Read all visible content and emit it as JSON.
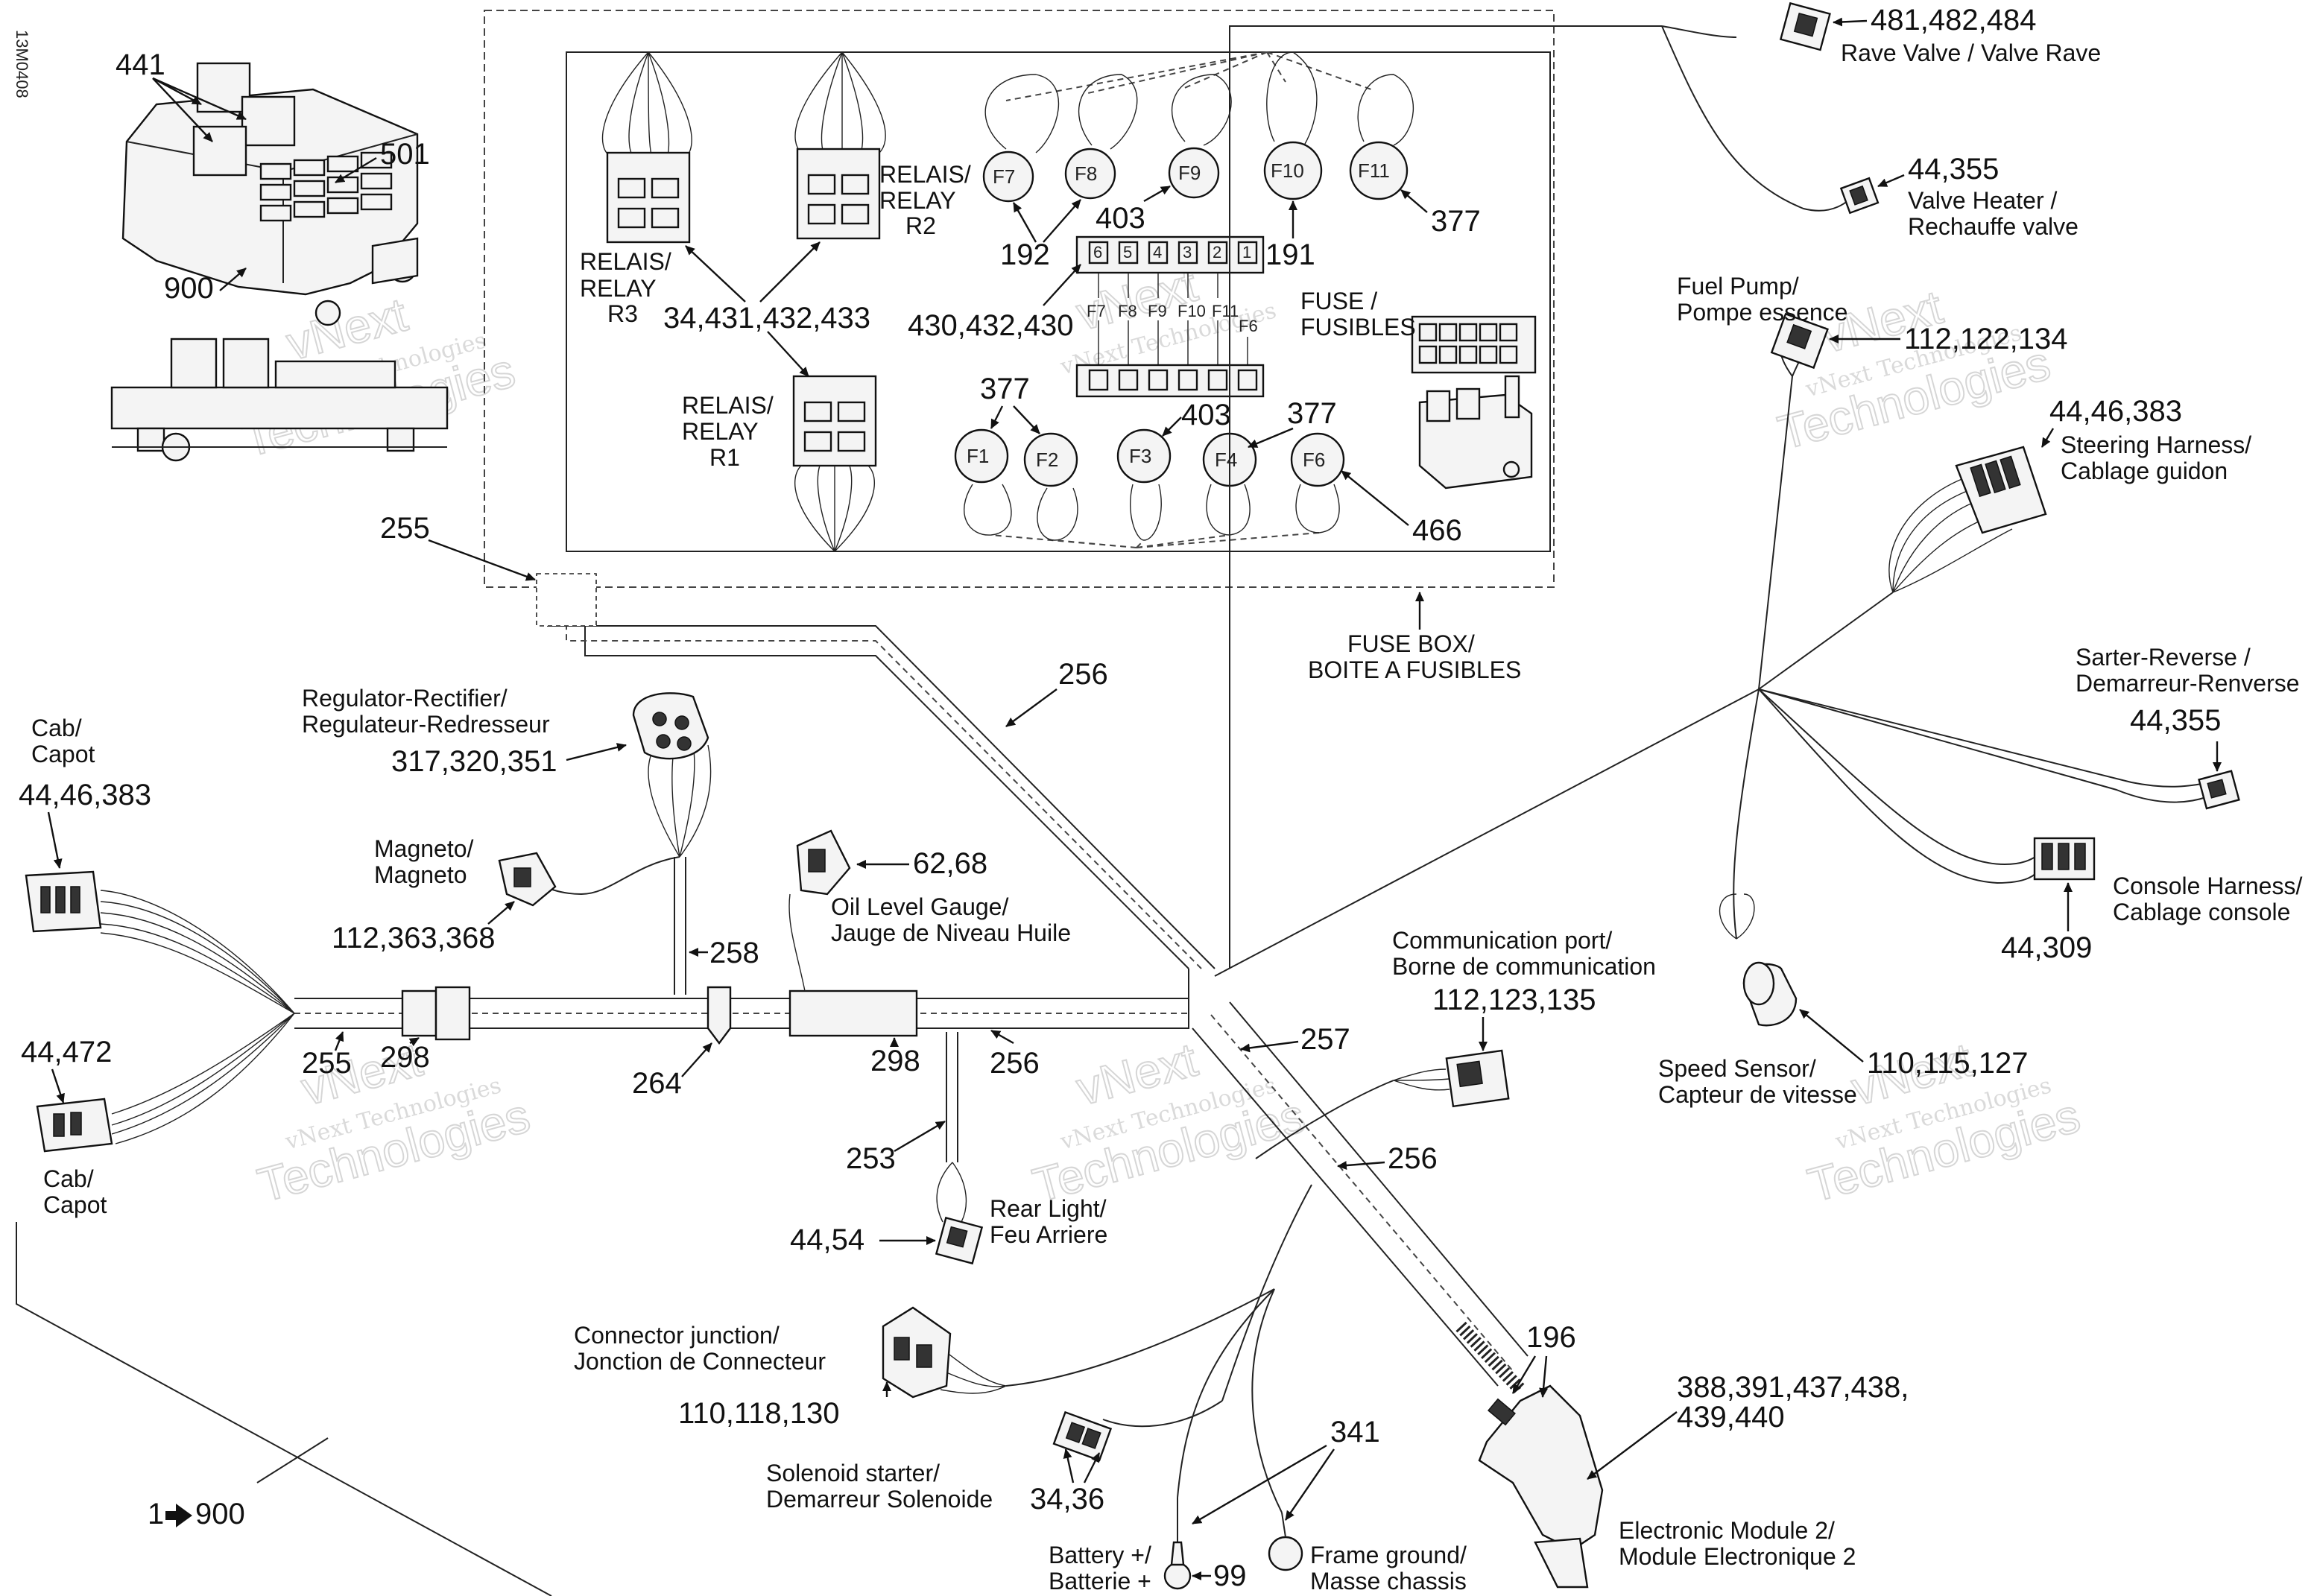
{
  "doc_code": "13M0408",
  "watermark": {
    "line1": "vNext",
    "line2": "Technologies",
    "company": "vNext Technologies"
  },
  "fusebox": {
    "relays": [
      {
        "line1": "RELAIS/",
        "line2": "RELAY",
        "id": "R3"
      },
      {
        "line1": "RELAIS/",
        "line2": "RELAY",
        "id": "R2"
      },
      {
        "line1": "RELAIS/",
        "line2": "RELAY",
        "id": "R1"
      }
    ],
    "fuses": [
      "F1",
      "F2",
      "F3",
      "F4",
      "F6",
      "F7",
      "F8",
      "F9",
      "F10",
      "F11"
    ],
    "fuse_label": {
      "line1": "FUSE /",
      "line2": "FUSIBLES"
    },
    "box_label": {
      "line1": "FUSE BOX/",
      "line2": "BOITE A FUSIBLES"
    },
    "slot_numbers": [
      "6",
      "5",
      "4",
      "3",
      "2",
      "1"
    ],
    "slot_fuses": [
      "F7",
      "F8",
      "F9",
      "F10",
      "F11"
    ],
    "slot_f6": "F6"
  },
  "callouts": {
    "c441": "441",
    "c501": "501",
    "c900": "900",
    "c255a": "255",
    "c255b": "255",
    "c256a": "256",
    "c256b": "256",
    "c256c": "256",
    "c257": "257",
    "c258": "258",
    "c253": "253",
    "c264": "264",
    "c298a": "298",
    "c298b": "298",
    "c192": "192",
    "c403a": "403",
    "c403b": "403",
    "c191": "191",
    "c377a": "377",
    "c377b": "377",
    "c377c": "377",
    "c466": "466",
    "c196": "196",
    "c341": "341",
    "c99": "99",
    "relay_parts": "34,431,432,433",
    "fuse_parts": "430,432,430",
    "rave_parts": "481,482,484",
    "heater_parts": "44,355",
    "fuelpump_parts": "112,122,134",
    "steering_parts": "44,46,383",
    "starter_parts": "44,355",
    "console_parts": "44,309",
    "speed_parts": "110,115,127",
    "comm_parts": "112,123,135",
    "module_parts_1": "388,391,437,438,",
    "module_parts_2": "439,440",
    "solenoid_parts": "34,36",
    "junction_parts": "110,118,130",
    "rearlight_parts": "44,54",
    "oil_parts": "62,68",
    "magneto_parts": "112,363,368",
    "regulator_parts": "317,320,351",
    "cab_top_parts": "44,46,383",
    "cab_bot_parts": "44,472",
    "range": {
      "start": "1",
      "end": "900"
    }
  },
  "labels": {
    "rave": {
      "line1": "Rave Valve / Valve Rave"
    },
    "heater": {
      "line1": "Valve Heater /",
      "line2": "Rechauffe valve"
    },
    "fuelpump": {
      "line1": "Fuel Pump/",
      "line2": "Pompe essence"
    },
    "steering": {
      "line1": "Steering Harness/",
      "line2": "Cablage guidon"
    },
    "starter": {
      "line1": "Sarter-Reverse /",
      "line2": "Demarreur-Renverse"
    },
    "console": {
      "line1": "Console Harness/",
      "line2": "Cablage console"
    },
    "speed": {
      "line1": "Speed Sensor/",
      "line2": "Capteur de vitesse"
    },
    "comm": {
      "line1": "Communication port/",
      "line2": "Borne de communication"
    },
    "module": {
      "line1": "Electronic Module 2/",
      "line2": "Module Electronique 2"
    },
    "battery": {
      "line1": "Battery +/",
      "line2": "Batterie +"
    },
    "frame": {
      "line1": "Frame ground/",
      "line2": "Masse chassis"
    },
    "solenoid": {
      "line1": "Solenoid starter/",
      "line2": "Demarreur Solenoide"
    },
    "junction": {
      "line1": "Connector junction/",
      "line2": "Jonction de Connecteur"
    },
    "rearlight": {
      "line1": "Rear Light/",
      "line2": "Feu Arriere"
    },
    "oil": {
      "line1": "Oil Level Gauge/",
      "line2": "Jauge de Niveau Huile"
    },
    "magneto": {
      "line1": "Magneto/",
      "line2": "Magneto"
    },
    "regulator": {
      "line1": "Regulator-Rectifier/",
      "line2": "Regulateur-Redresseur"
    },
    "cab_top": {
      "line1": "Cab/",
      "line2": "Capot"
    },
    "cab_bot": {
      "line1": "Cab/",
      "line2": "Capot"
    }
  }
}
